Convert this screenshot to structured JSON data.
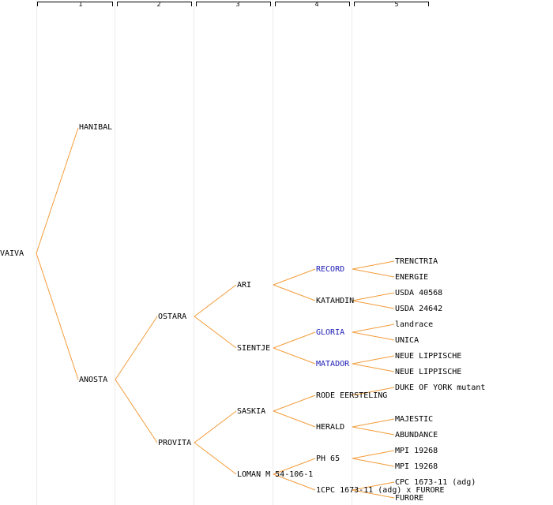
{
  "header": {
    "columns": [
      "1",
      "2",
      "3",
      "4",
      "5"
    ]
  },
  "colors": {
    "edge": "#f39c3a",
    "link_node": "#1b1bb5",
    "text": "#000000",
    "separator": "#ebebeb"
  },
  "tree": {
    "root": "VAIVA",
    "gen1": [
      "HANIBAL",
      "ANOSTA"
    ],
    "gen2": [
      "OSTARA",
      "PROVITA"
    ],
    "gen3": [
      "ARI",
      "SIENTJE",
      "SASKIA",
      "LOMAN M 54-106-1"
    ],
    "gen4": [
      "RECORD",
      "KATAHDIN",
      "GLORIA",
      "MATADOR",
      "RODE EERSTELING",
      "HERALD",
      "PH 65",
      "1CPC 1673-11 (adg) x FURORE"
    ],
    "gen5": [
      "TRENCTRIA",
      "ENERGIE",
      "USDA 40568",
      "USDA 24642",
      "landrace",
      "UNICA",
      "NEUE LIPPISCHE",
      "NEUE LIPPISCHE",
      "DUKE OF YORK mutant",
      "MAJESTIC",
      "ABUNDANCE",
      "MPI 19268",
      "MPI 19268",
      "CPC 1673-11 (adg)",
      "FURORE"
    ]
  }
}
